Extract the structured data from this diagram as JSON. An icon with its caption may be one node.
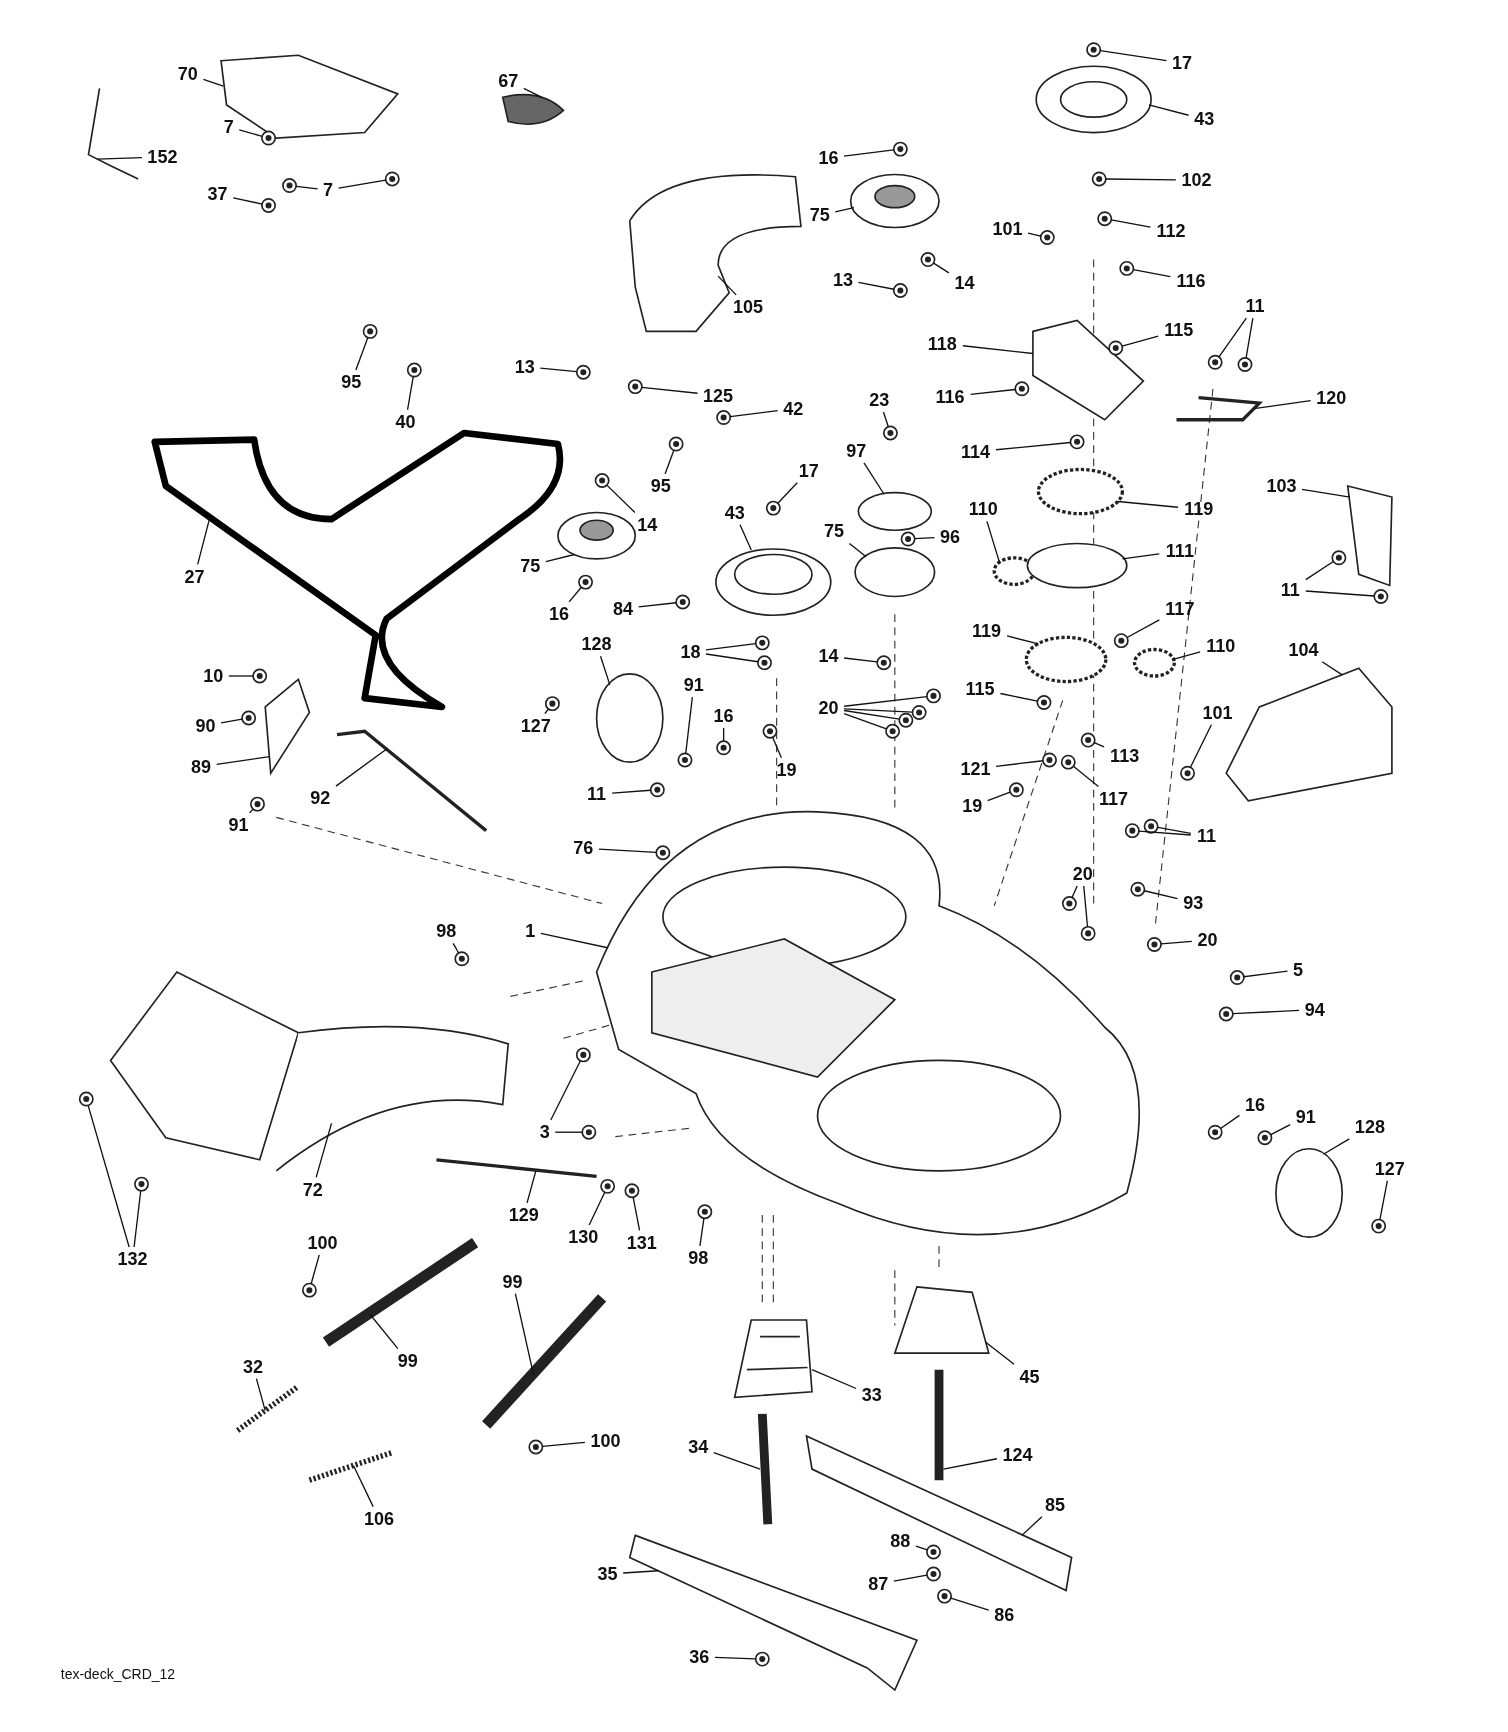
{
  "diagram": {
    "nodes": [
      {
        "text": [
          "70"
        ]
      },
      {
        "text": [
          "67"
        ]
      },
      {
        "text": [
          "7"
        ]
      },
      {
        "text": [
          "152"
        ]
      },
      {
        "text": [
          "37"
        ]
      },
      {
        "text": [
          "7"
        ]
      },
      {
        "text": [
          "17"
        ]
      },
      {
        "text": [
          "43"
        ]
      },
      {
        "text": [
          "16"
        ]
      },
      {
        "text": [
          "102"
        ]
      },
      {
        "text": [
          "75"
        ]
      },
      {
        "text": [
          "101"
        ]
      },
      {
        "text": [
          "112"
        ]
      },
      {
        "text": [
          "105"
        ]
      },
      {
        "text": [
          "13"
        ]
      },
      {
        "text": [
          "14"
        ]
      },
      {
        "text": [
          "116"
        ]
      },
      {
        "text": [
          "11"
        ]
      },
      {
        "text": [
          "95"
        ]
      },
      {
        "text": [
          "40"
        ]
      },
      {
        "text": [
          "13"
        ]
      },
      {
        "text": [
          "125"
        ]
      },
      {
        "text": [
          "42"
        ]
      },
      {
        "text": [
          "118"
        ]
      },
      {
        "text": [
          "115"
        ]
      },
      {
        "text": [
          "116"
        ]
      },
      {
        "text": [
          "120"
        ]
      },
      {
        "text": [
          "23"
        ]
      },
      {
        "text": [
          "27"
        ]
      },
      {
        "text": [
          "95"
        ]
      },
      {
        "text": [
          "14"
        ]
      },
      {
        "text": [
          "97"
        ]
      },
      {
        "text": [
          "17"
        ]
      },
      {
        "text": [
          "114"
        ]
      },
      {
        "text": [
          "103"
        ]
      },
      {
        "text": [
          "43"
        ]
      },
      {
        "text": [
          "119"
        ]
      },
      {
        "text": [
          "110"
        ]
      },
      {
        "text": [
          "96"
        ]
      },
      {
        "text": [
          "111"
        ]
      },
      {
        "text": [
          "75"
        ]
      },
      {
        "text": [
          "75"
        ]
      },
      {
        "text": [
          "16"
        ]
      },
      {
        "text": [
          "84"
        ]
      },
      {
        "text": [
          "11"
        ]
      },
      {
        "text": [
          "117"
        ]
      },
      {
        "text": [
          "128"
        ]
      },
      {
        "text": [
          "14"
        ]
      },
      {
        "text": [
          "18"
        ]
      },
      {
        "text": [
          "119"
        ]
      },
      {
        "text": [
          "110"
        ]
      },
      {
        "text": [
          "104"
        ]
      },
      {
        "text": [
          "10"
        ]
      },
      {
        "text": [
          "127"
        ]
      },
      {
        "text": [
          "91"
        ]
      },
      {
        "text": [
          "16"
        ]
      },
      {
        "text": [
          "20"
        ]
      },
      {
        "text": [
          "115"
        ]
      },
      {
        "text": [
          "90"
        ]
      },
      {
        "text": [
          "101"
        ]
      },
      {
        "text": [
          "92"
        ]
      },
      {
        "text": [
          "89"
        ]
      },
      {
        "text": [
          "19"
        ]
      },
      {
        "text": [
          "121"
        ]
      },
      {
        "text": [
          "113"
        ]
      },
      {
        "text": [
          "117"
        ]
      },
      {
        "text": [
          "19"
        ]
      },
      {
        "text": [
          "91"
        ]
      },
      {
        "text": [
          "11"
        ]
      },
      {
        "text": [
          "76"
        ]
      },
      {
        "text": [
          "11"
        ]
      },
      {
        "text": [
          "20"
        ]
      },
      {
        "text": [
          "93"
        ]
      },
      {
        "text": [
          "98"
        ]
      },
      {
        "text": [
          "1"
        ]
      },
      {
        "text": [
          "20"
        ]
      },
      {
        "text": [
          "5"
        ]
      },
      {
        "text": [
          "94"
        ]
      },
      {
        "text": [
          "3"
        ]
      },
      {
        "text": [
          "72"
        ]
      },
      {
        "text": [
          "16"
        ]
      },
      {
        "text": [
          "91"
        ]
      },
      {
        "text": [
          "128"
        ]
      },
      {
        "text": [
          "127"
        ]
      },
      {
        "text": [
          "129"
        ]
      },
      {
        "text": [
          "130"
        ]
      },
      {
        "text": [
          "131"
        ]
      },
      {
        "text": [
          "98"
        ]
      },
      {
        "text": [
          "132"
        ]
      },
      {
        "text": [
          "100"
        ]
      },
      {
        "text": [
          "99"
        ]
      },
      {
        "text": [
          "99"
        ]
      },
      {
        "text": [
          "32"
        ]
      },
      {
        "text": [
          "33"
        ]
      },
      {
        "text": [
          "45"
        ]
      },
      {
        "text": [
          "106"
        ]
      },
      {
        "text": [
          "100"
        ]
      },
      {
        "text": [
          "34"
        ]
      },
      {
        "text": [
          "124"
        ]
      },
      {
        "text": [
          "85"
        ]
      },
      {
        "text": [
          "88"
        ]
      },
      {
        "text": [
          "35"
        ]
      },
      {
        "text": [
          "87"
        ]
      },
      {
        "text": [
          "86"
        ]
      },
      {
        "text": [
          "36"
        ]
      },
      {
        "text": [],
        "shape": "picture"
      },
      {
        "text": [],
        "shape": "picture"
      },
      {
        "text": [],
        "shape": "picture"
      },
      {
        "text": [],
        "shape": "picture"
      },
      {
        "text": [],
        "shape": "picture"
      },
      {
        "text": [],
        "shape": "picture"
      },
      {
        "text": [],
        "shape": "picture"
      },
      {
        "text": [],
        "shape": "picture"
      },
      {
        "text": [],
        "shape": "picture"
      },
      {
        "text": [],
        "shape": "picture"
      },
      {
        "text": [],
        "shape": "picture"
      },
      {
        "text": [],
        "shape": "picture"
      },
      {
        "text": [],
        "shape": "picture"
      },
      {
        "text": [],
        "shape": "picture"
      },
      {
        "text": [],
        "shape": "picture"
      },
      {
        "text": [],
        "shape": "picture"
      },
      {
        "text": [],
        "shape": "picture"
      },
      {
        "text": [],
        "shape": "picture"
      },
      {
        "text": [],
        "shape": "picture"
      },
      {
        "text": [],
        "shape": "picture"
      },
      {
        "text": [],
        "shape": "picture"
      },
      {
        "text": [],
        "shape": "picture"
      },
      {
        "text": [],
        "shape": "picture"
      },
      {
        "text": [],
        "shape": "picture"
      },
      {
        "text": [],
        "shape": "picture"
      },
      {
        "text": [],
        "shape": "picture"
      },
      {
        "text": [],
        "shape": "picture"
      },
      {
        "text": [],
        "shape": "picture"
      },
      {
        "text": [],
        "shape": "picture"
      },
      {
        "text": [],
        "shape": "picture"
      },
      {
        "text": [],
        "shape": "picture"
      },
      {
        "text": [],
        "shape": "picture"
      },
      {
        "text": [],
        "shape": "picture"
      },
      {
        "text": [],
        "shape": "circle"
      },
      {
        "text": [],
        "shape": "picture"
      },
      {
        "text": [],
        "shape": "picture"
      },
      {
        "text": [],
        "shape": "picture"
      },
      {
        "text": [],
        "shape": "picture"
      },
      {
        "text": [],
        "shape": "circle"
      },
      {
        "text": [],
        "shape": "circle"
      },
      {
        "text": [],
        "shape": "picture"
      },
      {
        "text": [],
        "shape": "circle"
      },
      {
        "text": [],
        "shape": "picture"
      },
      {
        "text": [],
        "shape": "circle"
      },
      {
        "text": [],
        "shape": "picture"
      },
      {
        "text": [],
        "shape": "picture"
      },
      {
        "text": [],
        "shape": "picture"
      },
      {
        "text": [],
        "shape": "picture"
      },
      {
        "text": [],
        "shape": "picture"
      },
      {
        "text": [],
        "shape": "circle"
      },
      {
        "text": [],
        "shape": "picture"
      },
      {
        "text": [],
        "shape": "picture"
      },
      {
        "text": [],
        "shape": "picture"
      },
      {
        "text": [],
        "shape": "circle"
      },
      {
        "text": [],
        "shape": "circle"
      },
      {
        "text": [],
        "shape": "picture"
      },
      {
        "text": [],
        "shape": "picture"
      },
      {
        "text": [],
        "shape": "picture"
      },
      {
        "text": [],
        "shape": "picture"
      },
      {
        "text": [],
        "shape": "picture"
      },
      {
        "text": [],
        "shape": "picture"
      },
      {
        "text": [],
        "shape": "picture"
      },
      {
        "text": [],
        "shape": "picture"
      },
      {
        "text": [],
        "shape": "picture"
      },
      {
        "text": [],
        "shape": "picture"
      },
      {
        "text": [],
        "shape": "picture"
      },
      {
        "text": [],
        "shape": "picture"
      },
      {
        "text": [],
        "shape": "picture"
      },
      {
        "text": [],
        "shape": "picture"
      },
      {
        "text": [],
        "shape": "picture"
      },
      {
        "text": [],
        "shape": "picture"
      },
      {
        "text": [],
        "shape": "picture"
      },
      {
        "text": [],
        "shape": "picture"
      },
      {
        "text": [],
        "shape": "picture"
      },
      {
        "text": [],
        "shape": "picture"
      },
      {
        "text": [],
        "shape": "picture"
      },
      {
        "text": [],
        "shape": "picture"
      },
      {
        "text": [],
        "shape": "picture"
      },
      {
        "text": [],
        "shape": "picture"
      },
      {
        "text": [],
        "shape": "picture"
      },
      {
        "text": [],
        "shape": "picture"
      },
      {
        "text": [],
        "shape": "picture"
      },
      {
        "text": [],
        "shape": "picture"
      },
      {
        "text": [],
        "shape": "picture"
      },
      {
        "text": [],
        "shape": "picture"
      },
      {
        "text": [],
        "shape": "picture"
      },
      {
        "text": [],
        "shape": "picture"
      },
      {
        "text": [],
        "shape": "picture"
      },
      {
        "text": [],
        "shape": "picture"
      },
      {
        "text": [],
        "shape": "picture"
      },
      {
        "text": [],
        "shape": "picture"
      },
      {
        "text": [],
        "shape": "picture"
      },
      {
        "text": [],
        "shape": "circle"
      },
      {
        "text": [],
        "shape": "picture"
      },
      {
        "text": [],
        "shape": "picture"
      },
      {
        "text": [],
        "shape": "picture"
      },
      {
        "text": [],
        "shape": "picture"
      },
      {
        "text": [],
        "shape": "picture"
      },
      {
        "text": [],
        "shape": "picture"
      },
      {
        "text": [],
        "shape": "picture"
      },
      {
        "text": [],
        "shape": "picture"
      },
      {
        "text": [],
        "shape": "picture"
      },
      {
        "text": [],
        "shape": "picture"
      },
      {
        "text": [],
        "shape": "picture"
      },
      {
        "text": [],
        "shape": "picture"
      },
      {
        "text": [],
        "shape": "picture"
      },
      {
        "text": [],
        "shape": "picture"
      },
      {
        "text": [],
        "shape": "picture"
      },
      {
        "text": [],
        "shape": "picture"
      },
      {
        "text": [],
        "shape": "picture"
      },
      {
        "text": [],
        "shape": "picture"
      },
      {
        "text": [],
        "shape": "picture"
      },
      {
        "text": [],
        "shape": "picture"
      },
      {
        "text": [],
        "shape": "picture"
      },
      {
        "text": [],
        "shape": "picture"
      },
      {
        "text": [],
        "shape": "picture"
      }
    ],
    "edges": [
      {
        "from": 0,
        "to": 105,
        "arrow": "none"
      },
      {
        "from": 1,
        "to": 106,
        "arrow": "none"
      },
      {
        "from": 2,
        "to": 107,
        "arrow": "none"
      },
      {
        "from": 3,
        "to": 108,
        "arrow": "none"
      },
      {
        "from": 4,
        "to": 109,
        "arrow": "none"
      },
      {
        "from": 5,
        "to": 110,
        "arrow": "none"
      },
      {
        "from": 5,
        "to": 111,
        "arrow": "none"
      },
      {
        "from": 6,
        "to": 112,
        "arrow": "none"
      },
      {
        "from": 7,
        "to": 113,
        "arrow": "none"
      },
      {
        "from": 8,
        "to": 114,
        "arrow": "none"
      },
      {
        "from": 9,
        "to": 115,
        "arrow": "none"
      },
      {
        "from": 10,
        "to": 116,
        "arrow": "none"
      },
      {
        "from": 11,
        "to": 117,
        "arrow": "none"
      },
      {
        "from": 12,
        "to": 118,
        "arrow": "none"
      },
      {
        "from": 13,
        "to": 119,
        "arrow": "none"
      },
      {
        "from": 14,
        "to": 120,
        "arrow": "none"
      },
      {
        "from": 15,
        "to": 121,
        "arrow": "none"
      },
      {
        "from": 16,
        "to": 122,
        "arrow": "none"
      },
      {
        "from": 17,
        "to": 123,
        "arrow": "none"
      },
      {
        "from": 17,
        "to": 124,
        "arrow": "none"
      },
      {
        "from": 18,
        "to": 125,
        "arrow": "none"
      },
      {
        "from": 19,
        "to": 126,
        "arrow": "none"
      },
      {
        "from": 20,
        "to": 127,
        "arrow": "none"
      },
      {
        "from": 21,
        "to": 128,
        "arrow": "none"
      },
      {
        "from": 22,
        "to": 129,
        "arrow": "none"
      },
      {
        "from": 23,
        "to": 130,
        "arrow": "none"
      },
      {
        "from": 24,
        "to": 131,
        "arrow": "none"
      },
      {
        "from": 25,
        "to": 132,
        "arrow": "none"
      },
      {
        "from": 26,
        "to": 133,
        "arrow": "none"
      },
      {
        "from": 27,
        "to": 134,
        "arrow": "none"
      },
      {
        "from": 28,
        "to": 135,
        "arrow": "none"
      },
      {
        "from": 29,
        "to": 136,
        "arrow": "none"
      },
      {
        "from": 30,
        "to": 137,
        "arrow": "none"
      },
      {
        "from": 31,
        "to": 138,
        "arrow": "none"
      },
      {
        "from": 32,
        "to": 139,
        "arrow": "none"
      },
      {
        "from": 33,
        "to": 140,
        "arrow": "none"
      },
      {
        "from": 34,
        "to": 141,
        "arrow": "none"
      },
      {
        "from": 35,
        "to": 142,
        "arrow": "none"
      },
      {
        "from": 36,
        "to": 143,
        "arrow": "none"
      },
      {
        "from": 37,
        "to": 144,
        "arrow": "none"
      },
      {
        "from": 38,
        "to": 145,
        "arrow": "none"
      },
      {
        "from": 39,
        "to": 146,
        "arrow": "none"
      },
      {
        "from": 40,
        "to": 147,
        "arrow": "none"
      },
      {
        "from": 41,
        "to": 148,
        "arrow": "none"
      },
      {
        "from": 42,
        "to": 149,
        "arrow": "none"
      },
      {
        "from": 43,
        "to": 150,
        "arrow": "none"
      },
      {
        "from": 44,
        "to": 151,
        "arrow": "none"
      },
      {
        "from": 44,
        "to": 152,
        "arrow": "none"
      },
      {
        "from": 45,
        "to": 153,
        "arrow": "none"
      },
      {
        "from": 46,
        "to": 154,
        "arrow": "none"
      },
      {
        "from": 47,
        "to": 155,
        "arrow": "none"
      },
      {
        "from": 48,
        "to": 156,
        "arrow": "none"
      },
      {
        "from": 48,
        "to": 157,
        "arrow": "none"
      },
      {
        "from": 49,
        "to": 158,
        "arrow": "none"
      },
      {
        "from": 50,
        "to": 159,
        "arrow": "none"
      },
      {
        "from": 51,
        "to": 160,
        "arrow": "none"
      },
      {
        "from": 52,
        "to": 161,
        "arrow": "none"
      },
      {
        "from": 53,
        "to": 162,
        "arrow": "none"
      },
      {
        "from": 54,
        "to": 163,
        "arrow": "none"
      },
      {
        "from": 55,
        "to": 164,
        "arrow": "none"
      },
      {
        "from": 56,
        "to": 165,
        "arrow": "none"
      },
      {
        "from": 56,
        "to": 166,
        "arrow": "none"
      },
      {
        "from": 56,
        "to": 167,
        "arrow": "none"
      },
      {
        "from": 56,
        "to": 168,
        "arrow": "none"
      },
      {
        "from": 57,
        "to": 169,
        "arrow": "none"
      },
      {
        "from": 58,
        "to": 170,
        "arrow": "none"
      },
      {
        "from": 59,
        "to": 171,
        "arrow": "none"
      },
      {
        "from": 60,
        "to": 172,
        "arrow": "none"
      },
      {
        "from": 61,
        "to": 173,
        "arrow": "none"
      },
      {
        "from": 62,
        "to": 174,
        "arrow": "none"
      },
      {
        "from": 63,
        "to": 175,
        "arrow": "none"
      },
      {
        "from": 64,
        "to": 176,
        "arrow": "none"
      },
      {
        "from": 65,
        "to": 177,
        "arrow": "none"
      },
      {
        "from": 66,
        "to": 178,
        "arrow": "none"
      },
      {
        "from": 67,
        "to": 179,
        "arrow": "none"
      },
      {
        "from": 68,
        "to": 180,
        "arrow": "none"
      },
      {
        "from": 69,
        "to": 181,
        "arrow": "none"
      },
      {
        "from": 70,
        "to": 182,
        "arrow": "none"
      },
      {
        "from": 70,
        "to": 183,
        "arrow": "none"
      },
      {
        "from": 71,
        "to": 184,
        "arrow": "none"
      },
      {
        "from": 71,
        "to": 185,
        "arrow": "none"
      },
      {
        "from": 72,
        "to": 186,
        "arrow": "none"
      },
      {
        "from": 73,
        "to": 187,
        "arrow": "none"
      },
      {
        "from": 74,
        "to": 188,
        "arrow": "none"
      },
      {
        "from": 75,
        "to": 189,
        "arrow": "none"
      },
      {
        "from": 76,
        "to": 190,
        "arrow": "none"
      },
      {
        "from": 77,
        "to": 191,
        "arrow": "none"
      },
      {
        "from": 78,
        "to": 192,
        "arrow": "none"
      },
      {
        "from": 78,
        "to": 193,
        "arrow": "none"
      },
      {
        "from": 79,
        "to": 194,
        "arrow": "none"
      },
      {
        "from": 80,
        "to": 195,
        "arrow": "none"
      },
      {
        "from": 81,
        "to": 196,
        "arrow": "none"
      },
      {
        "from": 82,
        "to": 197,
        "arrow": "none"
      },
      {
        "from": 83,
        "to": 198,
        "arrow": "none"
      },
      {
        "from": 84,
        "to": 199,
        "arrow": "none"
      },
      {
        "from": 85,
        "to": 200,
        "arrow": "none"
      },
      {
        "from": 86,
        "to": 201,
        "arrow": "none"
      },
      {
        "from": 87,
        "to": 202,
        "arrow": "none"
      },
      {
        "from": 88,
        "to": 203,
        "arrow": "none"
      },
      {
        "from": 88,
        "to": 204,
        "arrow": "none"
      },
      {
        "from": 89,
        "to": 205,
        "arrow": "none"
      },
      {
        "from": 90,
        "to": 206,
        "arrow": "none"
      },
      {
        "from": 91,
        "to": 207,
        "arrow": "none"
      },
      {
        "from": 92,
        "to": 208,
        "arrow": "none"
      },
      {
        "from": 93,
        "to": 209,
        "arrow": "none"
      },
      {
        "from": 94,
        "to": 210,
        "arrow": "none"
      },
      {
        "from": 95,
        "to": 211,
        "arrow": "none"
      },
      {
        "from": 96,
        "to": 212,
        "arrow": "none"
      },
      {
        "from": 97,
        "to": 213,
        "arrow": "none"
      },
      {
        "from": 98,
        "to": 214,
        "arrow": "none"
      },
      {
        "from": 99,
        "to": 215,
        "arrow": "none"
      },
      {
        "from": 100,
        "to": 216,
        "arrow": "none"
      },
      {
        "from": 101,
        "to": 217,
        "arrow": "none"
      },
      {
        "from": 102,
        "to": 218,
        "arrow": "none"
      },
      {
        "from": 103,
        "to": 219,
        "arrow": "none"
      },
      {
        "from": 104,
        "to": 220,
        "arrow": "none"
      }
    ],
    "labels": [
      "tex-deck_CRD_12"
    ]
  }
}
